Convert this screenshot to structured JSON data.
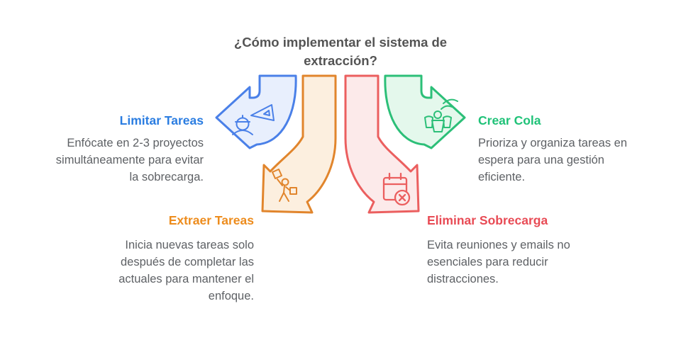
{
  "title": "¿Cómo implementar el sistema de\nextracción?",
  "colors": {
    "background": "#ffffff",
    "title_text": "#545454",
    "body_text": "#5e6165"
  },
  "steps": {
    "limitar": {
      "label": "Limitar Tareas",
      "description": "Enfócate en 2-3 proyectos\nsimultáneamente para evitar\nla sobrecarga.",
      "accent": "#2b7de1",
      "arrow_fill": "#e8effd",
      "arrow_stroke": "#4a80e8",
      "arrow_direction": "left",
      "icon": "engineer-with-set-square-icon"
    },
    "extraer": {
      "label": "Extraer Tareas",
      "description": "Inicia nuevas tareas solo\ndespués de completar las\nactuales para mantener el\nenfoque.",
      "accent": "#ed8c1d",
      "arrow_fill": "#fcefdf",
      "arrow_stroke": "#e1852c",
      "arrow_direction": "down-left",
      "icon": "person-carrying-boxes-icon"
    },
    "eliminar": {
      "label": "Eliminar Sobrecarga",
      "description": "Evita reuniones y emails no\nesenciales para reducir\ndistracciones.",
      "accent": "#e84b55",
      "arrow_fill": "#fceaea",
      "arrow_stroke": "#eb5f5f",
      "arrow_direction": "down-right",
      "icon": "calendar-cancel-icon"
    },
    "crear": {
      "label": "Crear Cola",
      "description": "Prioriza y organiza tareas en\nespera para una gestión\neficiente.",
      "accent": "#1fc278",
      "arrow_fill": "#e4f8ec",
      "arrow_stroke": "#2cbf78",
      "arrow_direction": "right",
      "icon": "people-queue-icon"
    }
  }
}
